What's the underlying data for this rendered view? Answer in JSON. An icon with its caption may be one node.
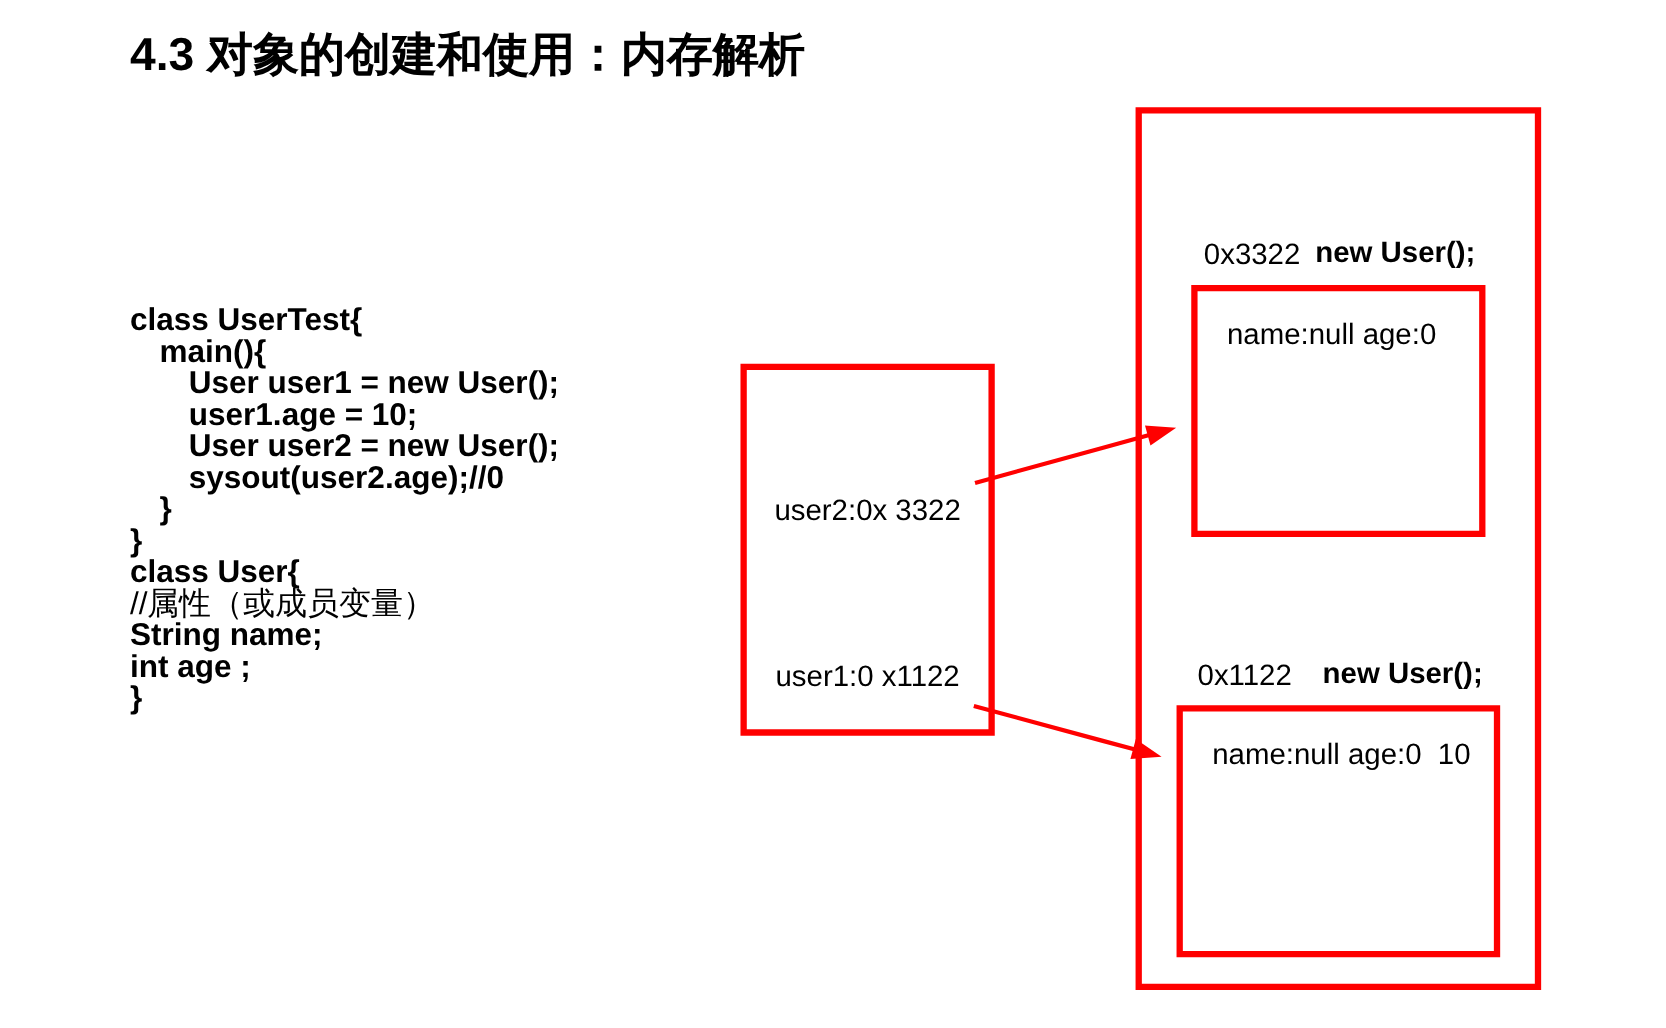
{
  "diagram": {
    "title": "4.3 对象的创建和使用：内存解析",
    "nodes": [
      {
        "text": [],
        "shape": "box"
      },
      {
        "text": [
          "user2:0x 3322"
        ],
        "in": 0
      },
      {
        "text": [
          "user1:0 x1122"
        ],
        "in": 0
      },
      {
        "text": [],
        "shape": "box"
      },
      {
        "text": [
          "name:null age:0"
        ],
        "in": 3,
        "beside": [
          "0x3322",
          "new User();"
        ]
      },
      {
        "text": [
          "name:null age:0",
          "10"
        ],
        "in": 3,
        "beside": [
          "0x1122",
          "new User();"
        ]
      }
    ],
    "edges": [
      {
        "from": 1,
        "to": 4,
        "arrow": "to"
      },
      {
        "from": 2,
        "to": 5,
        "arrow": "to"
      }
    ],
    "labels": [
      "class UserTest{",
      "main(){",
      "User user1 = new User();",
      "user1.age = 10;",
      "User user2 = new User();",
      "sysout(user2.age);//0",
      "}",
      "}",
      "class User{",
      "//属性（或成员变量）",
      "String name;",
      "int age ;",
      "}"
    ]
  }
}
